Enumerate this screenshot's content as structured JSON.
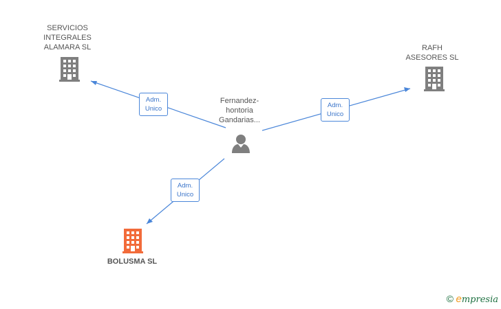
{
  "diagram": {
    "center": {
      "name": "Fernandez-\nhontoria\nGandarias..."
    },
    "companies": [
      {
        "name": "SERVICIOS\nINTEGRALES\nALAMARA SL",
        "color": "#7f7f7f"
      },
      {
        "name": "RAFH\nASESORES SL",
        "color": "#7f7f7f"
      },
      {
        "name": "BOLUSMA SL",
        "color": "#f26b3a"
      }
    ],
    "relations": [
      {
        "role_line1": "Adm.",
        "role_line2": "Unico"
      },
      {
        "role_line1": "Adm.",
        "role_line2": "Unico"
      },
      {
        "role_line1": "Adm.",
        "role_line2": "Unico"
      }
    ],
    "edge_color": "#4a86d9"
  },
  "brand": {
    "copyright": "©",
    "logo_initial": "e",
    "logo_rest": "mpresia"
  }
}
